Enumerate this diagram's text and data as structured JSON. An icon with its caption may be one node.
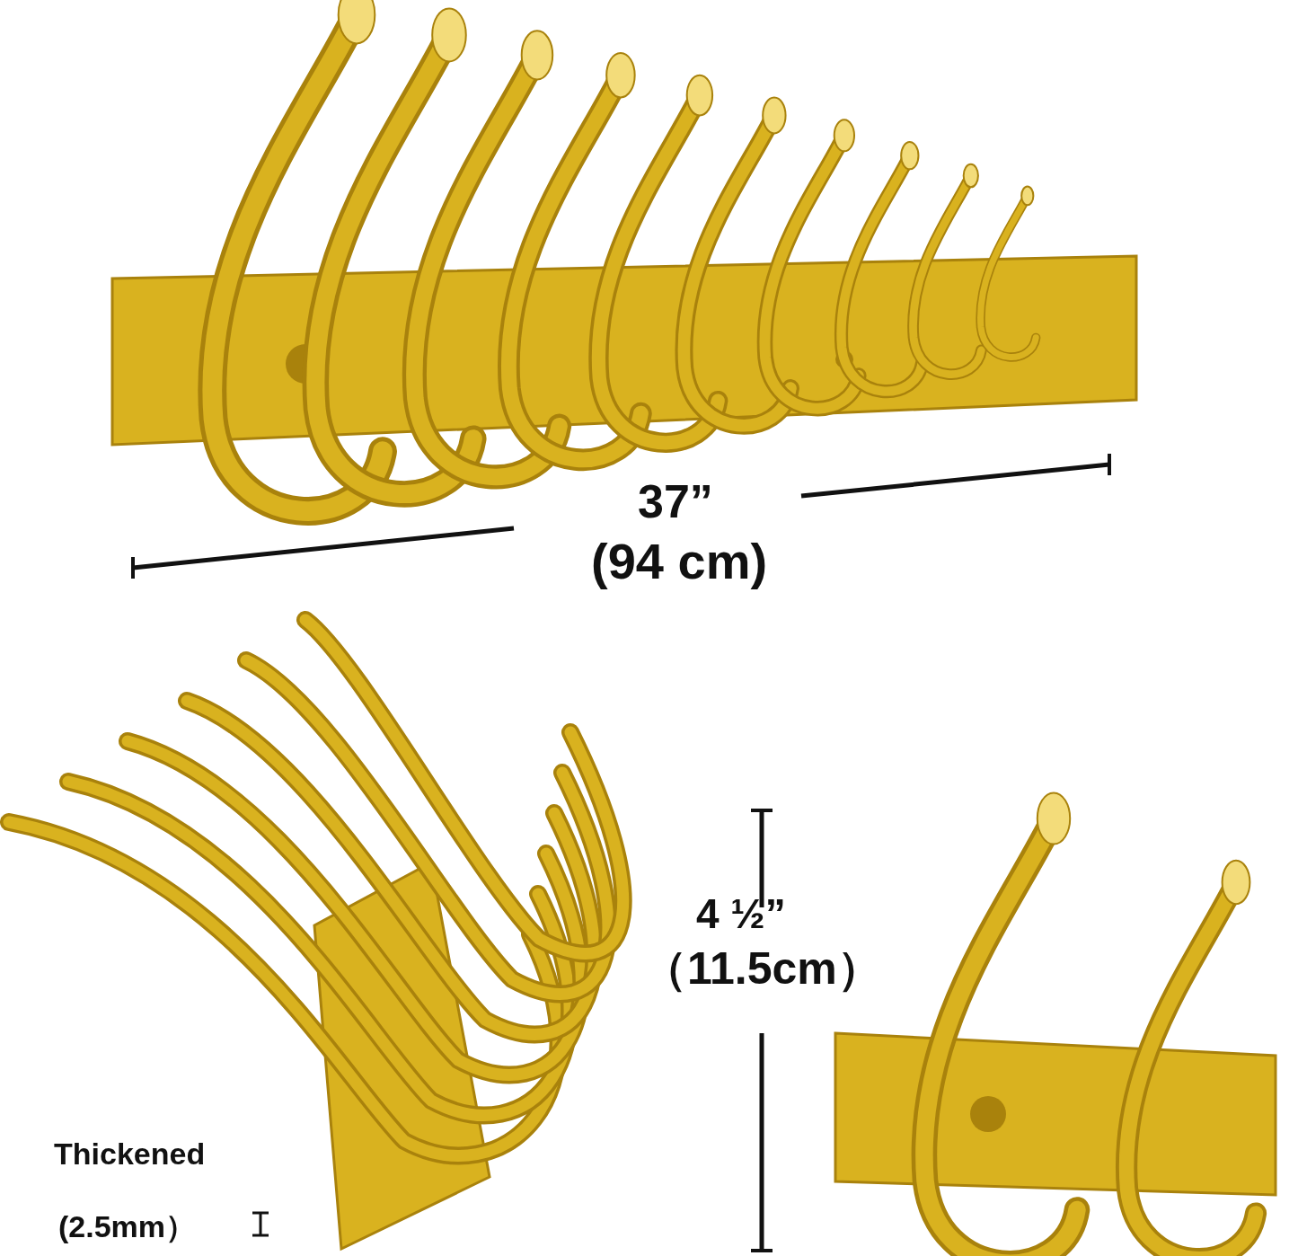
{
  "diagram": {
    "labels": [
      "37”",
      "(94 cm)",
      "4 ½”",
      "（11.5cm）",
      "Thickened",
      "(2.5mm）"
    ]
  }
}
